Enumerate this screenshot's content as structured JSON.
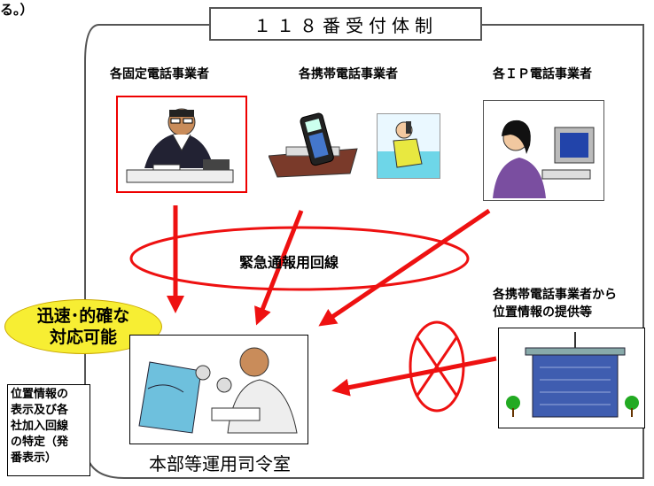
{
  "top_fragment": "る。）",
  "title": "１１８番受付体制",
  "carriers": {
    "fixed": "各固定電話事業者",
    "mobile": "各携帯電話事業者",
    "ip": "各ＩＰ電話事業者"
  },
  "network_label": "緊急通報用回線",
  "callout": {
    "line1": "迅速･的確な",
    "line2": "対応可能"
  },
  "location_source": {
    "line1": "各携帯電話事業者から",
    "line2": "位置情報の提供等"
  },
  "note_lines": [
    "位置情報の",
    "表示及び各",
    "社加入回線",
    "の特定（発",
    "番表示）"
  ],
  "hq_label": "本部等運用司令室",
  "colors": {
    "arrow": "#ee1111",
    "callout_fill": "#f7ee33",
    "fixed_box_border": "#ee0000"
  }
}
